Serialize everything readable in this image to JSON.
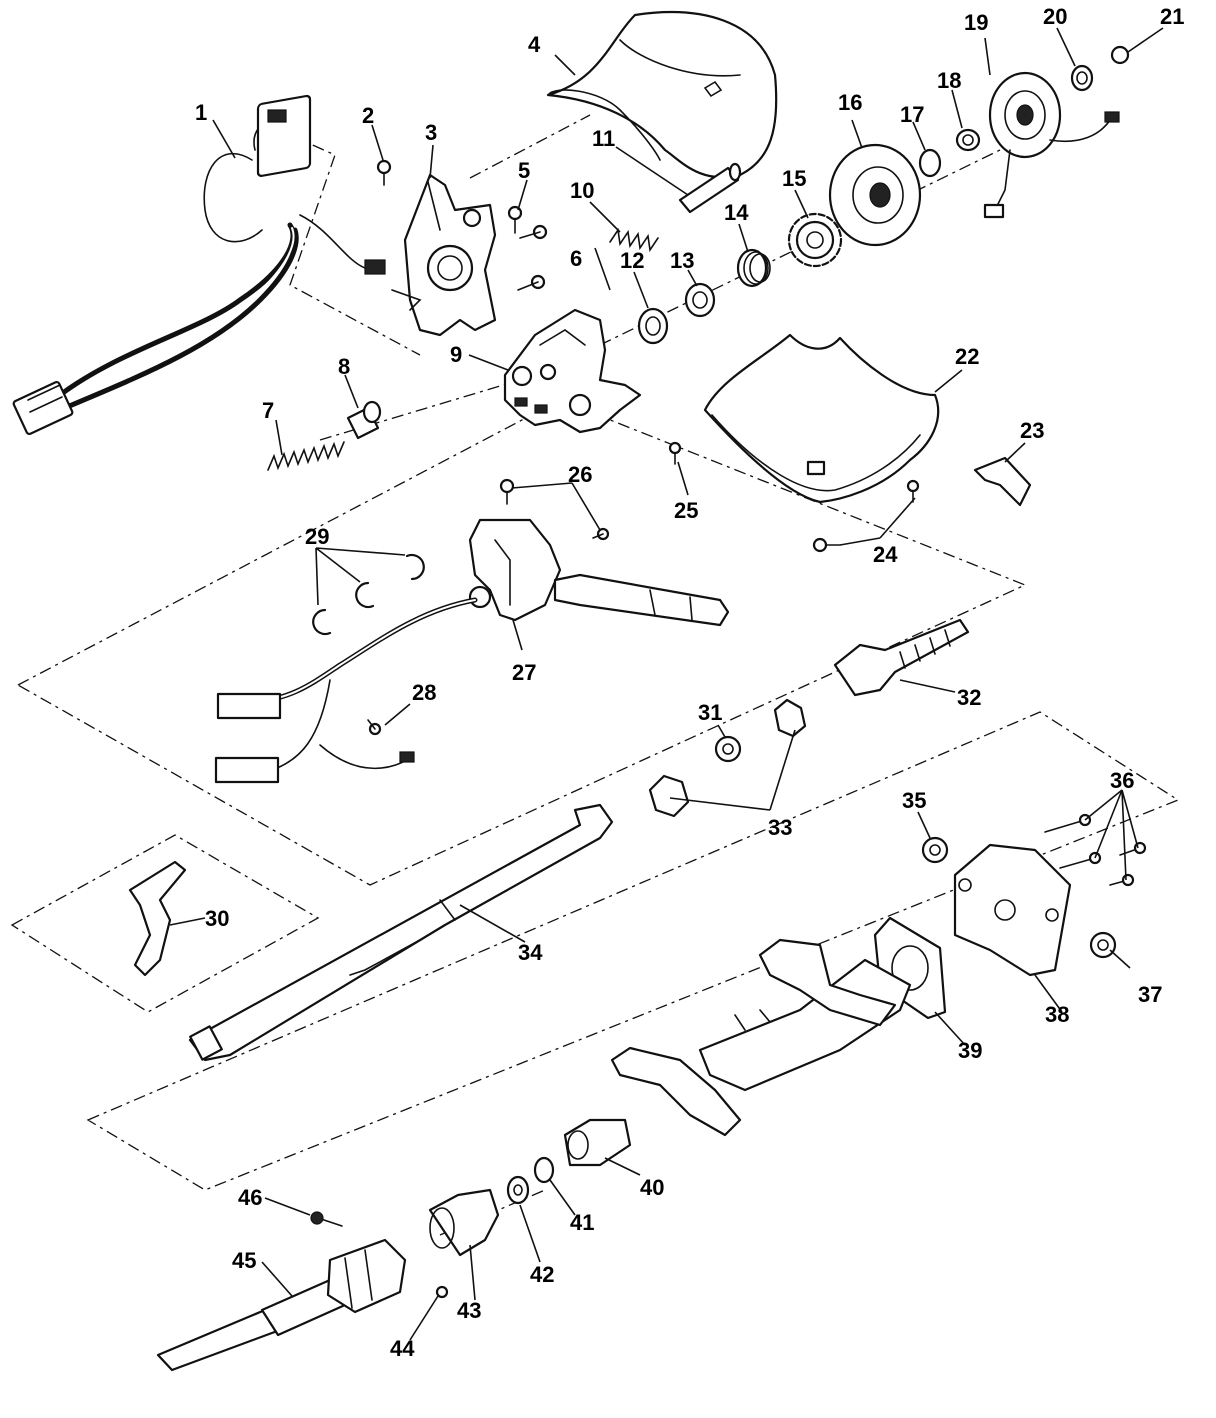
{
  "palette": {
    "line": "#111111",
    "background": "#ffffff"
  },
  "callouts": [
    {
      "id": "1",
      "text": "1"
    },
    {
      "id": "2",
      "text": "2"
    },
    {
      "id": "3",
      "text": "3"
    },
    {
      "id": "4",
      "text": "4"
    },
    {
      "id": "5",
      "text": "5"
    },
    {
      "id": "6",
      "text": "6"
    },
    {
      "id": "7",
      "text": "7"
    },
    {
      "id": "8",
      "text": "8"
    },
    {
      "id": "9",
      "text": "9"
    },
    {
      "id": "10",
      "text": "10"
    },
    {
      "id": "11",
      "text": "11"
    },
    {
      "id": "12",
      "text": "12"
    },
    {
      "id": "13",
      "text": "13"
    },
    {
      "id": "14",
      "text": "14"
    },
    {
      "id": "15",
      "text": "15"
    },
    {
      "id": "16",
      "text": "16"
    },
    {
      "id": "17",
      "text": "17"
    },
    {
      "id": "18",
      "text": "18"
    },
    {
      "id": "19",
      "text": "19"
    },
    {
      "id": "20",
      "text": "20"
    },
    {
      "id": "21",
      "text": "21"
    },
    {
      "id": "22",
      "text": "22"
    },
    {
      "id": "23",
      "text": "23"
    },
    {
      "id": "24",
      "text": "24"
    },
    {
      "id": "25",
      "text": "25"
    },
    {
      "id": "26",
      "text": "26"
    },
    {
      "id": "27",
      "text": "27"
    },
    {
      "id": "28",
      "text": "28"
    },
    {
      "id": "29",
      "text": "29"
    },
    {
      "id": "30",
      "text": "30"
    },
    {
      "id": "31",
      "text": "31"
    },
    {
      "id": "32",
      "text": "32"
    },
    {
      "id": "33",
      "text": "33"
    },
    {
      "id": "34",
      "text": "34"
    },
    {
      "id": "35",
      "text": "35"
    },
    {
      "id": "36",
      "text": "36"
    },
    {
      "id": "37",
      "text": "37"
    },
    {
      "id": "38",
      "text": "38"
    },
    {
      "id": "39",
      "text": "39"
    },
    {
      "id": "40",
      "text": "40"
    },
    {
      "id": "41",
      "text": "41"
    },
    {
      "id": "42",
      "text": "42"
    },
    {
      "id": "43",
      "text": "43"
    },
    {
      "id": "44",
      "text": "44"
    },
    {
      "id": "45",
      "text": "45"
    },
    {
      "id": "46",
      "text": "46"
    }
  ]
}
